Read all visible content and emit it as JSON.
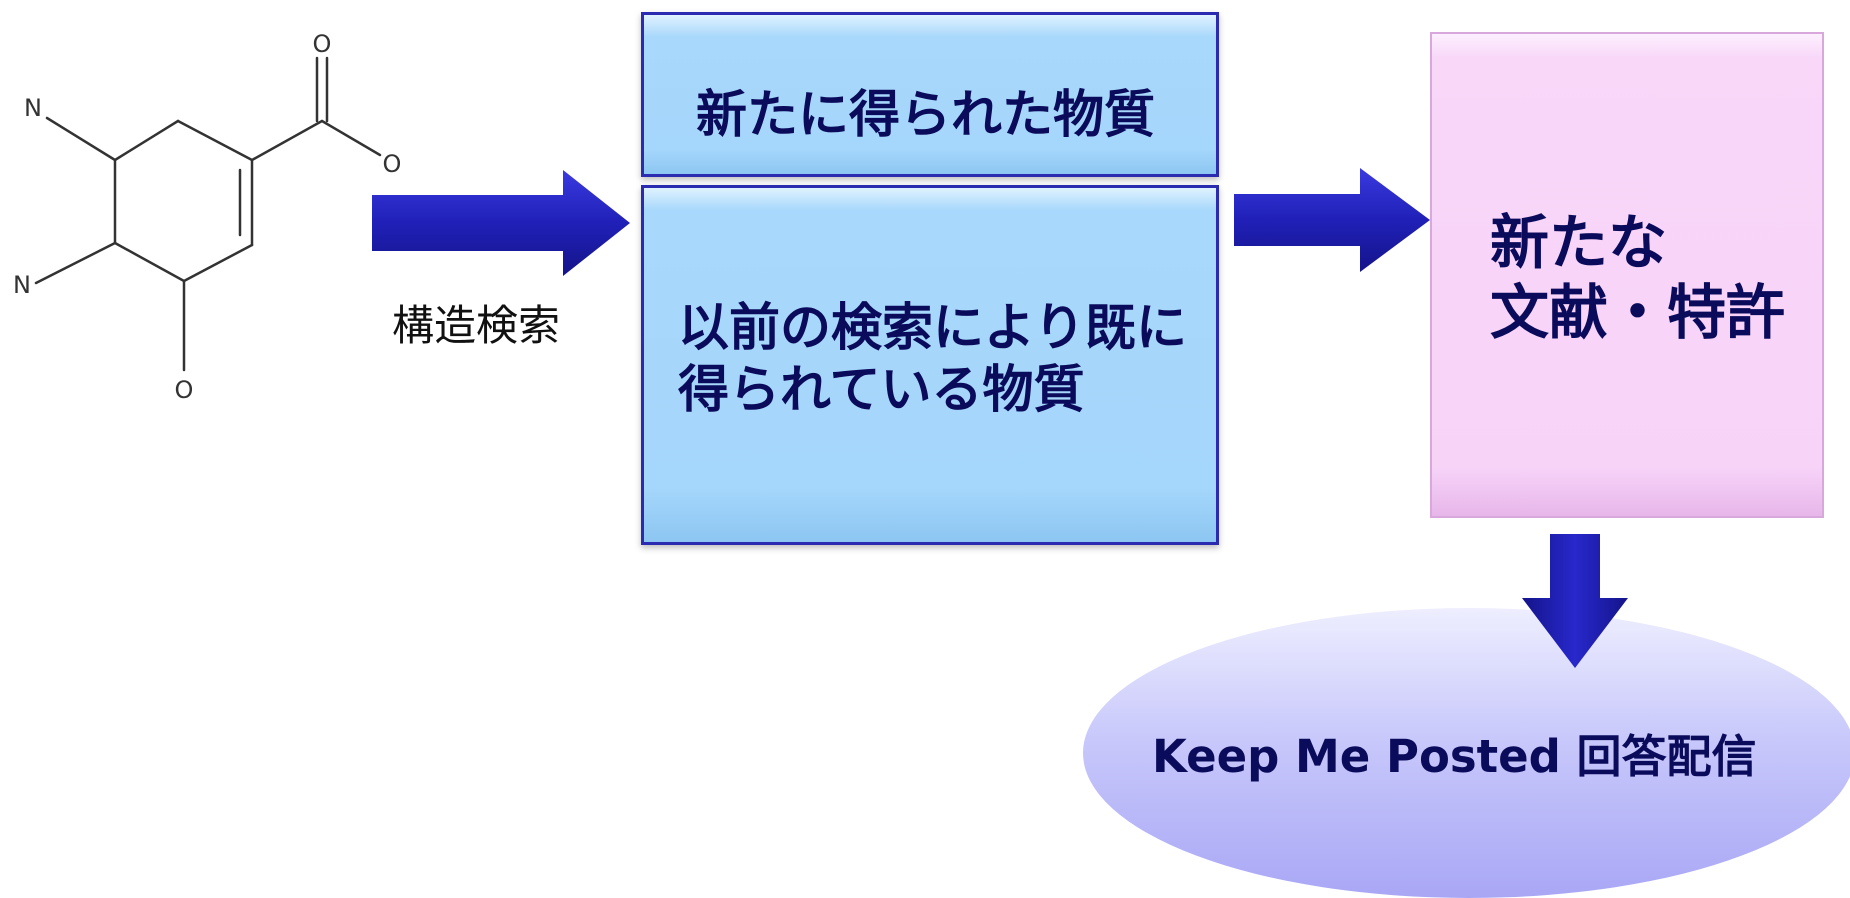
{
  "molecule": {
    "atoms": {
      "n_top": "N",
      "n_bottom": "N",
      "o_carbonyl": "O",
      "o_ester": "O",
      "o_hydroxyl": "O"
    }
  },
  "search_label": "構造検索",
  "boxes": {
    "new_substances": "新たに得られた物質",
    "previous_substances": [
      "以前の検索により既に",
      "得られている物質"
    ],
    "new_literature": [
      "新たな",
      "文献・特許"
    ]
  },
  "kmp_label": "Keep Me Posted 回答配信",
  "colors": {
    "arrow_blue": "#2424c8",
    "box_blue_fill": "#a5d6fb",
    "box_blue_border": "#2b2bb2",
    "box_pink_fill": "#f7d3f8",
    "ellipse_fill": "#c8c8fb",
    "text_navy": "#0b0b5c"
  }
}
